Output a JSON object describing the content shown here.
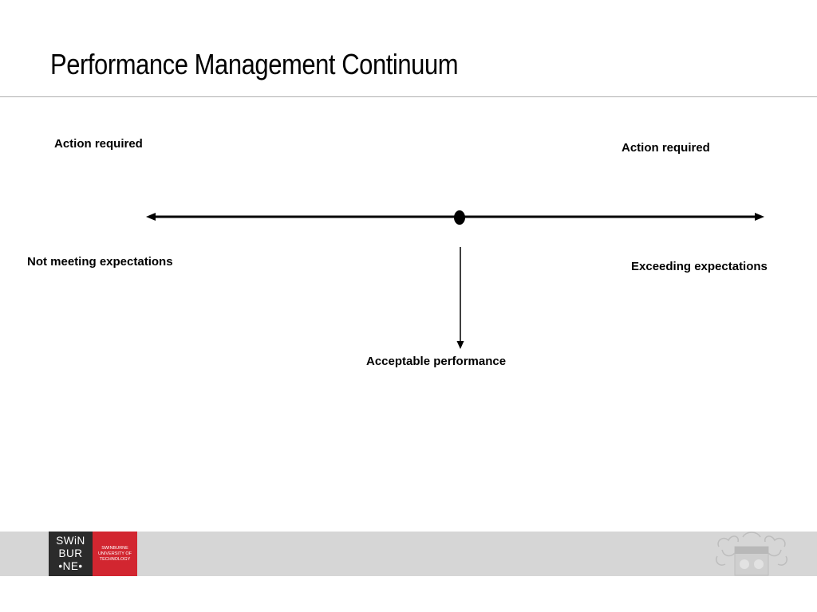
{
  "slide": {
    "title": "Performance Management Continuum"
  },
  "diagram": {
    "action_required_left": "Action required",
    "action_required_right": "Action required",
    "not_meeting": "Not meeting expectations",
    "exceeding": "Exceeding expectations",
    "acceptable": "Acceptable performance"
  },
  "footer": {
    "logo_lines": [
      "SWiN",
      "BUR",
      "•NE•"
    ],
    "logo_tagline": [
      "SWINBURNE",
      "UNIVERSITY OF",
      "TECHNOLOGY"
    ]
  },
  "colors": {
    "logo_dark": "#2b2b2b",
    "logo_red": "#d22630",
    "footer_band": "#d6d6d6",
    "rule": "#b0b0b0"
  }
}
